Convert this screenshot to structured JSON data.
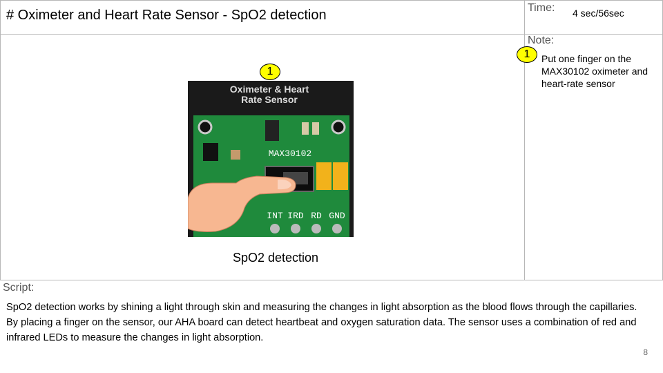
{
  "slide": {
    "title": "# Oximeter and Heart Rate Sensor - SpO2 detection",
    "page_number": "8"
  },
  "time": {
    "label": "Time:",
    "value": "4 sec/56sec"
  },
  "note": {
    "label": "Note:",
    "marker": "1",
    "text": "Put one finger on the MAX30102 oximeter and heart-rate sensor"
  },
  "figure": {
    "marker": "1",
    "board_heading_line1": "Oximeter & Heart",
    "board_heading_line2": "Rate Sensor",
    "chip_label": "MAX30102",
    "pins": [
      "INT",
      "IRD",
      "RD",
      "GND"
    ],
    "caption": "SpO2 detection"
  },
  "script": {
    "label": "Script:",
    "text": "SpO2 detection works by shining a light through skin and measuring the changes in light absorption as the blood flows through the capillaries. By placing a finger on the sensor, our AHA board can detect heartbeat and oxygen saturation data. The sensor uses a combination of red and infrared LEDs to measure the changes in light absorption."
  },
  "colors": {
    "marker_fill": "#ffff00",
    "board_green": "#1f8a3c",
    "board_header": "#1a1a1a",
    "capacitor": "#f2b21b",
    "skin": "#f7b791"
  }
}
